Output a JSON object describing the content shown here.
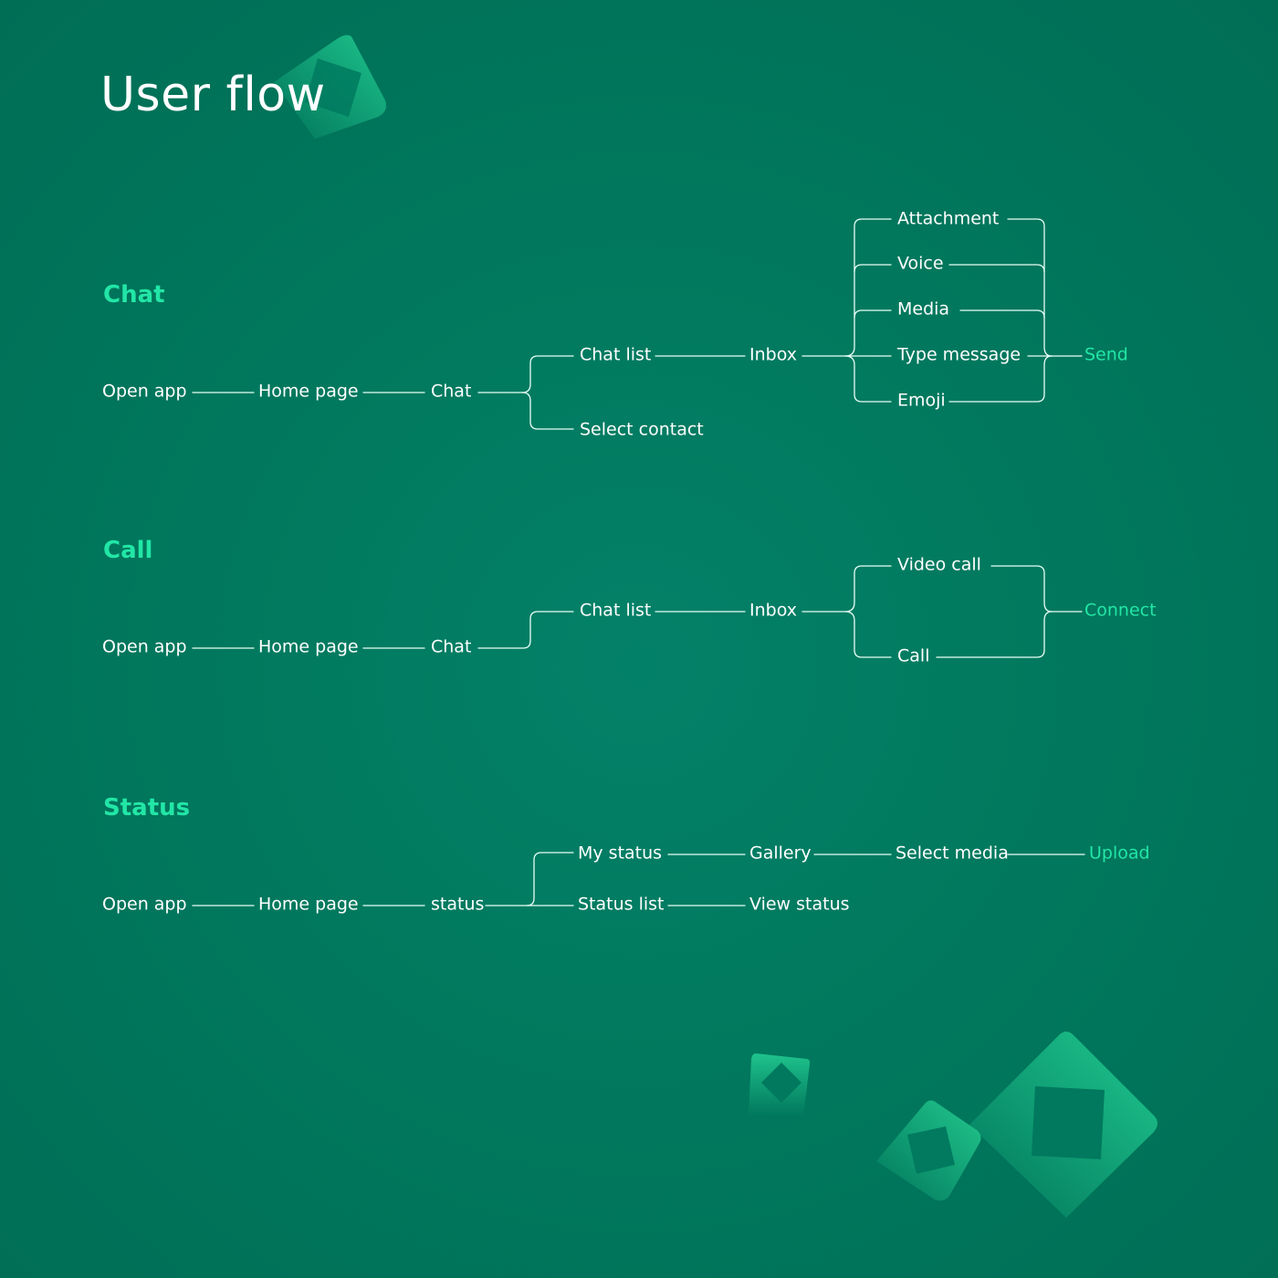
{
  "title": "User flow",
  "colors": {
    "background": "#017a5f",
    "accent": "#22e6a6",
    "text": "#ffffff",
    "line": "#e8fff7"
  },
  "sections": {
    "chat": {
      "label": "Chat",
      "open_app": "Open app",
      "home_page": "Home page",
      "chat": "Chat",
      "chat_list": "Chat list",
      "select_contact": "Select contact",
      "inbox": "Inbox",
      "options": [
        "Attachment",
        "Voice",
        "Media",
        "Type message",
        "Emoji"
      ],
      "result": "Send"
    },
    "call": {
      "label": "Call",
      "open_app": "Open app",
      "home_page": "Home page",
      "chat": "Chat",
      "chat_list": "Chat list",
      "inbox": "Inbox",
      "options": [
        "Video call",
        "Call"
      ],
      "result": "Connect"
    },
    "status": {
      "label": "Status",
      "open_app": "Open app",
      "home_page": "Home page",
      "status": "status",
      "my_status": "My status",
      "gallery": "Gallery",
      "select_media": "Select media",
      "result": "Upload",
      "status_list": "Status list",
      "view_status": "View status"
    }
  }
}
